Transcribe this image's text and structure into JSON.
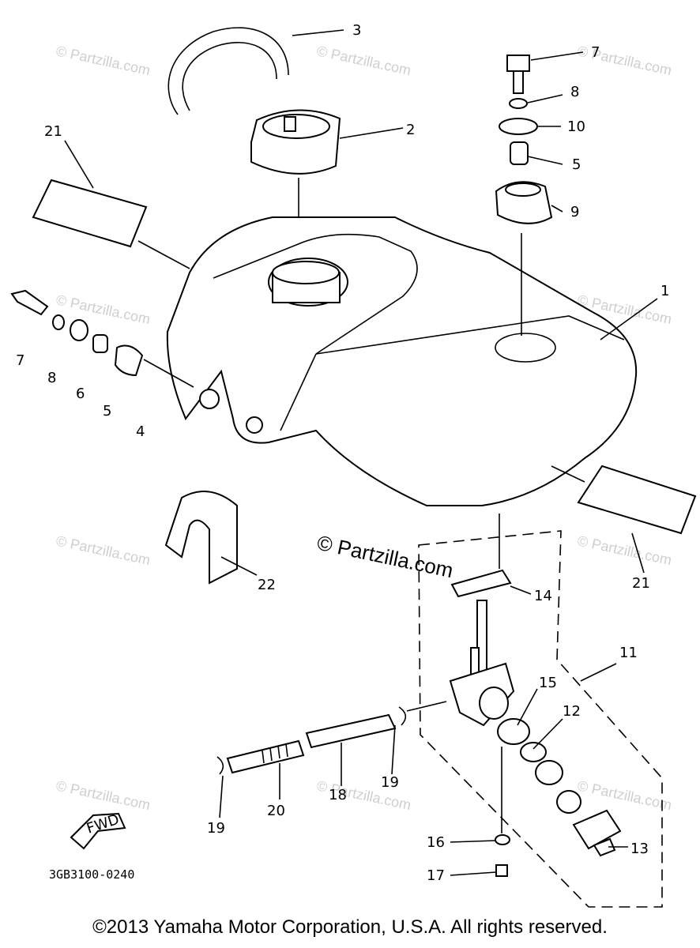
{
  "callouts": [
    "1",
    "2",
    "3",
    "4",
    "5",
    "5",
    "6",
    "7",
    "7",
    "8",
    "8",
    "9",
    "10",
    "11",
    "12",
    "13",
    "14",
    "15",
    "16",
    "17",
    "18",
    "19",
    "19",
    "20",
    "21",
    "21",
    "22"
  ],
  "fwd_label": "FWD",
  "part_number": "3GB3100-0240",
  "watermark": "© Partzilla.com",
  "copyright": "©2013 Yamaha Motor Corporation, U.S.A. All rights reserved."
}
